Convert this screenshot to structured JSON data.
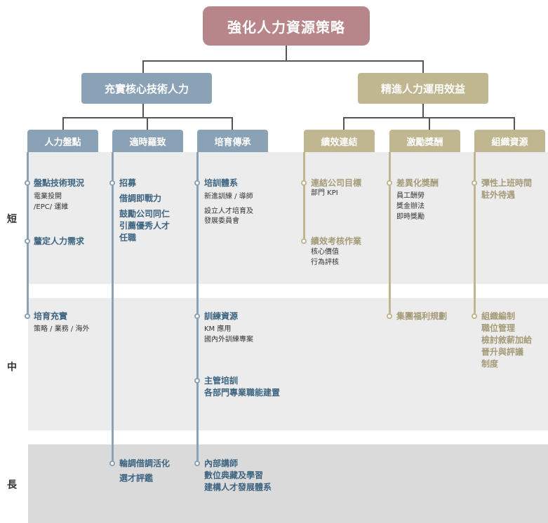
{
  "colors": {
    "root": "#b8868a",
    "blue": "#8aa2b6",
    "tan": "#c0b68f",
    "connector": "#555555",
    "band_short": "#ededed",
    "band_mid": "#ededed",
    "band_long": "#dcdcdc",
    "blue_text": "#3d6480",
    "tan_text": "#a59b78"
  },
  "root": {
    "title": "強化人力資源策略"
  },
  "branches": {
    "left": "充實核心技術人力",
    "right": "精進人力運用效益"
  },
  "columns": [
    "人力盤點",
    "適時羅致",
    "培育傳承",
    "績效連結",
    "激勵獎酬",
    "組織資源"
  ],
  "rows": [
    "短",
    "中",
    "長"
  ],
  "col1": {
    "n1_title": "盤點技術現況",
    "n1_sub1": "電業投開",
    "n1_sub2": "/EPC/ 運維",
    "n2_title": "釐定人力需求",
    "n3_title": "培育充實",
    "n3_sub": "策略 / 業務 / 海外"
  },
  "col2": {
    "n1_line1": "招募",
    "n1_line2": "借調即戰力",
    "n1_line3": "鼓勵公司同仁",
    "n1_line4": "引薦優秀人才",
    "n1_line5": "任職",
    "n2_line1": "輪調借調活化",
    "n2_line2": "選才評鑑"
  },
  "col3": {
    "n1_title": "培訓體系",
    "n1_sub1": "新進訓練 / 導師",
    "n1_sub2": "設立人才培育及",
    "n1_sub3": "發展委員會",
    "n2_title": "訓練資源",
    "n2_sub1": "KM 應用",
    "n2_sub2": "國內外訓練專案",
    "n3_line1": "主管培訓",
    "n3_line2": "各部門專業職能建置",
    "n4_line1": "內部講師",
    "n4_line2": "數位典藏及學習",
    "n4_line3": "建構人才發展體系"
  },
  "col4": {
    "n1_title": "連結公司目標",
    "n1_sub": "部門 KPI",
    "n2_title": "績效考核作業",
    "n2_sub1": "核心價值",
    "n2_sub2": "行為評核"
  },
  "col5": {
    "n1_title": "差異化獎酬",
    "n1_sub1": "員工酬勞",
    "n1_sub2": "獎金辦法",
    "n1_sub3": "即時獎勵",
    "n2_title": "集團福利規劃"
  },
  "col6": {
    "n1_line1": "彈性上班時間",
    "n1_line2": "駐外待遇",
    "n2_line1": "組織編制",
    "n2_line2": "職位管理",
    "n2_line3": "檢討敘薪加給",
    "n2_line4": "晉升與評議",
    "n2_line5": "制度"
  }
}
